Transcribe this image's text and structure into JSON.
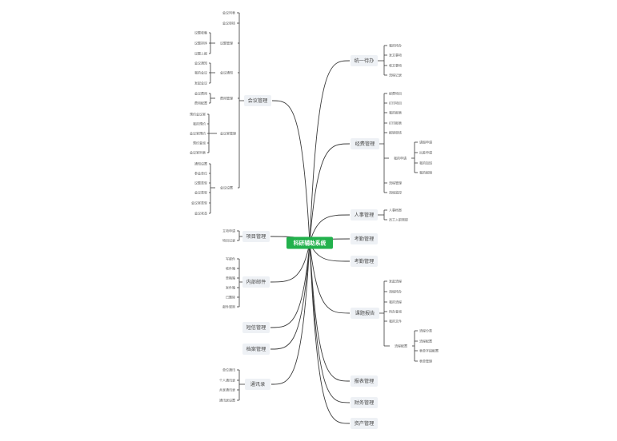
{
  "root": {
    "label": "科研辅助系统"
  },
  "branches": [
    {
      "id": "huiyi",
      "label": "会议管理",
      "side": "left",
      "groups": [
        {
          "label": "",
          "items": [
            "会议列表",
            "会议审核"
          ]
        },
        {
          "label": "议题管理",
          "items": [
            "议题收集",
            "议题排序",
            "议题上报"
          ]
        },
        {
          "label": "会议通知",
          "items": [
            "会议通知",
            "我的会议",
            "发起会议"
          ]
        },
        {
          "label": "费用管理",
          "items": [
            "会议费用",
            "费用配置"
          ]
        },
        {
          "label": "会议室管理",
          "items": [
            "预约会议室",
            "我的预约",
            "会议室预约",
            "预约查询",
            "会议室列表"
          ]
        },
        {
          "label": "会议设置",
          "items": [
            "通知设置",
            "参会单位",
            "议题类型",
            "会议类型",
            "会议室类型",
            "会议状态"
          ]
        }
      ]
    },
    {
      "id": "xiangmu",
      "label": "项目管理",
      "side": "left",
      "groups": [
        {
          "label": "",
          "items": [
            "立项申请",
            "项目记录"
          ]
        }
      ]
    },
    {
      "id": "neibu",
      "label": "内部邮件",
      "side": "left",
      "groups": [
        {
          "label": "",
          "items": [
            "写邮件",
            "收件箱",
            "草稿箱",
            "发件箱",
            "已删除",
            "邮件规则"
          ]
        }
      ]
    },
    {
      "id": "duanxin",
      "label": "短信管理",
      "side": "left",
      "groups": []
    },
    {
      "id": "dangan",
      "label": "档案管理",
      "side": "left",
      "groups": []
    },
    {
      "id": "tongxunlu",
      "label": "通讯录",
      "side": "left",
      "groups": [
        {
          "label": "",
          "items": [
            "单位通讯",
            "个人通讯录",
            "共享通讯录",
            "通讯录设置"
          ]
        }
      ]
    },
    {
      "id": "tongyi",
      "label": "统一待办",
      "side": "right",
      "groups": [
        {
          "label": "",
          "items": [
            "我的待办",
            "发文事项",
            "收文事项",
            "流程记录"
          ]
        }
      ]
    },
    {
      "id": "jingfei",
      "label": "经费管理",
      "side": "right",
      "groups": [
        {
          "label": "",
          "items": [
            "经费项目",
            "打印项目",
            "我的报表",
            "打印报表",
            "报销审核"
          ]
        },
        {
          "label": "我的申请",
          "items": [
            "请假申请",
            "出差申请",
            "我的加班",
            "我的报销"
          ]
        },
        {
          "label": "",
          "items": [
            "流程管理",
            "流程监控"
          ]
        }
      ]
    },
    {
      "id": "renshi",
      "label": "人事管理",
      "side": "right",
      "groups": [
        {
          "label": "",
          "items": [
            "人事档案",
            "员工入职离职"
          ]
        }
      ]
    },
    {
      "id": "kaoqin",
      "label": "考勤管理",
      "side": "right",
      "groups": []
    },
    {
      "id": "kaohe",
      "label": "考勤管理",
      "side": "right",
      "groups": []
    },
    {
      "id": "keyan",
      "label": "课题报告",
      "side": "right",
      "groups": [
        {
          "label": "",
          "items": [
            "发起流程",
            "流程待办",
            "我的流程",
            "待办查询",
            "我的文件"
          ]
        },
        {
          "label": "流程配置",
          "items": [
            "流程分类",
            "流程配置",
            "表单字段配置",
            "表单管理"
          ]
        }
      ]
    },
    {
      "id": "baobiao",
      "label": "报表管理",
      "side": "right",
      "groups": []
    },
    {
      "id": "caiwu",
      "label": "财务管理",
      "side": "right",
      "groups": []
    },
    {
      "id": "zichan",
      "label": "资产管理",
      "side": "right",
      "groups": []
    }
  ],
  "colors": {
    "root": "#22b14c",
    "branch_bg": "#eef1f5",
    "line": "#3a3a3a"
  }
}
